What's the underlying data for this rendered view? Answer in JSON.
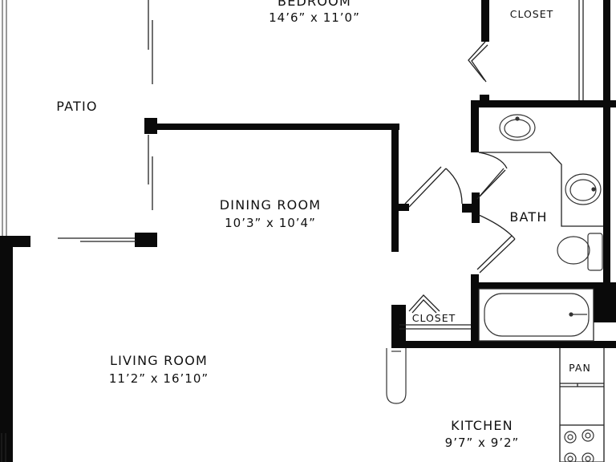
{
  "rooms": {
    "bedroom": {
      "name": "BEDROOM",
      "dims": "14’6” x 11’0”"
    },
    "patio": {
      "name": "PATIO"
    },
    "dining_room": {
      "name": "DINING ROOM",
      "dims": "10’3” x 10’4”"
    },
    "living_room": {
      "name": "LIVING ROOM",
      "dims": "11’2” x 16’10”"
    },
    "kitchen": {
      "name": "KITCHEN",
      "dims": "9’7” x 9’2”"
    },
    "bath": {
      "name": "BATH"
    },
    "closet_bedroom": {
      "name": "CLOSET"
    },
    "closet_hall": {
      "name": "CLOSET"
    },
    "pantry": {
      "name": "PAN"
    }
  },
  "colors": {
    "wall": "#0a0a0a",
    "line": "#222222",
    "fixture": "#555555",
    "background": "#ffffff"
  }
}
